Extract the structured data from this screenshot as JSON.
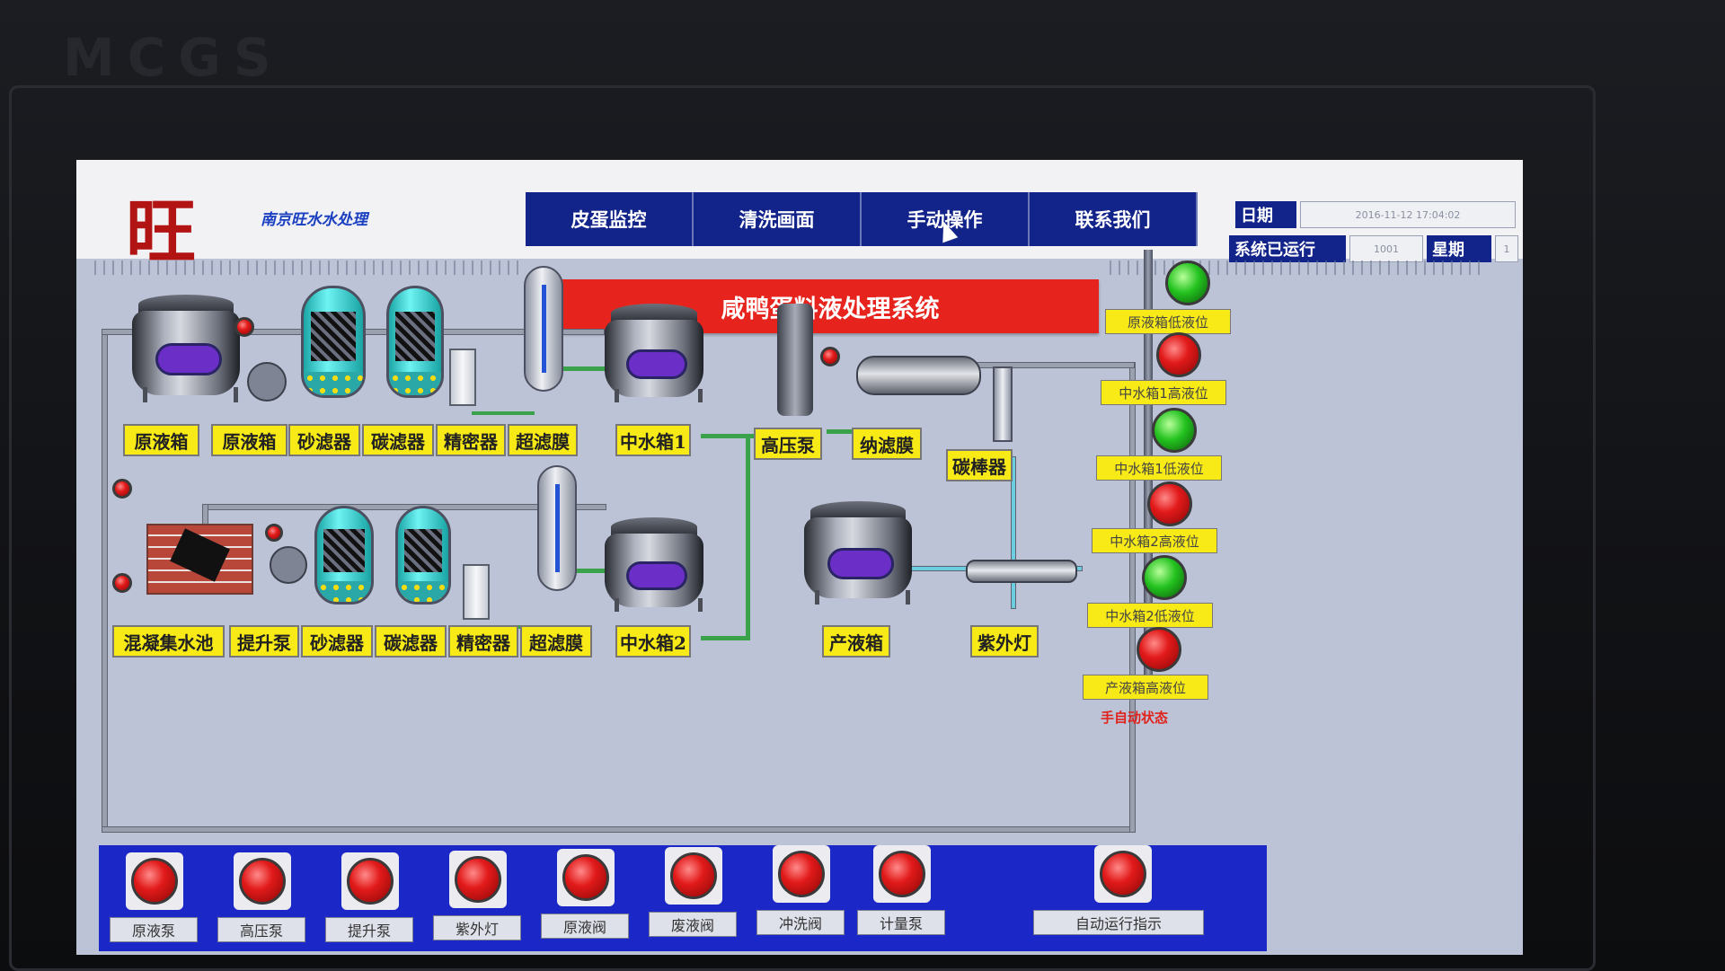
{
  "bezel": {
    "brand": "MCGS"
  },
  "header": {
    "logo": "旺",
    "company": "南京旺水水处理",
    "tabs": [
      {
        "label": "皮蛋监控"
      },
      {
        "label": "清洗画面"
      },
      {
        "label": "手动操作"
      },
      {
        "label": "联系我们"
      }
    ],
    "date_label": "日期",
    "date_value": "2016-11-12 17:04:02",
    "uptime_label": "系统已运行",
    "uptime_value": "1001",
    "weekday_label": "星期",
    "weekday_value": "1"
  },
  "title": "咸鸭蛋料液处理系统",
  "process_labels": {
    "raw_tank_1": "原液箱",
    "raw_tank_2": "原液箱",
    "sand_filter_1": "砂滤器",
    "carbon_filter_1": "碳滤器",
    "precision_filter_1": "精密器",
    "uf_1": "超滤膜",
    "mid_tank_1": "中水箱1",
    "hp_pump": "高压泵",
    "nf_membrane": "纳滤膜",
    "carbon_rod": "碳棒器",
    "coag_pool": "混凝集水池",
    "lift_pump": "提升泵",
    "sand_filter_2": "砂滤器",
    "carbon_filter_2": "碳滤器",
    "precision_filter_2": "精密器",
    "uf_2": "超滤膜",
    "mid_tank_2": "中水箱2",
    "product_tank": "产液箱",
    "uv_lamp": "紫外灯"
  },
  "level_indicators": [
    {
      "label": "原液箱低液位",
      "state": "green"
    },
    {
      "label": "中水箱1高液位",
      "state": "red"
    },
    {
      "label": "中水箱1低液位",
      "state": "green"
    },
    {
      "label": "中水箱2高液位",
      "state": "red"
    },
    {
      "label": "中水箱2低液位",
      "state": "green"
    },
    {
      "label": "产液箱高液位",
      "state": "red"
    }
  ],
  "mode_status": "手自动状态",
  "bottom_indicators": [
    {
      "label": "原液泵"
    },
    {
      "label": "高压泵"
    },
    {
      "label": "提升泵"
    },
    {
      "label": "紫外灯"
    },
    {
      "label": "原液阀"
    },
    {
      "label": "废液阀"
    },
    {
      "label": "冲洗阀"
    },
    {
      "label": "计量泵"
    },
    {
      "label": "自动运行指示"
    }
  ],
  "colors": {
    "accent": "#12238a",
    "title_bg": "#e6231c",
    "label_bg": "#f7ea16",
    "bottom_bg": "#1c27c8",
    "lamp_red": "#e21a1a",
    "lamp_green": "#23c21f"
  }
}
